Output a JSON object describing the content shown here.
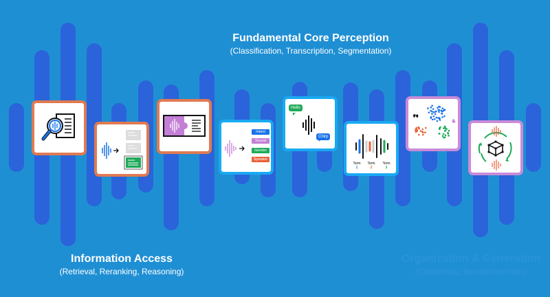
{
  "sections": {
    "perception": {
      "title": "Fundamental Core Perception",
      "subtitle": "(Classification, Transcription, Segmentation)"
    },
    "information": {
      "title": "Information Access",
      "subtitle": "(Retrieval, Reranking, Reasoning)"
    },
    "organization": {
      "title": "Organization & Generation",
      "subtitle": "(Clustering, Reconstruction)"
    }
  },
  "cards": {
    "classification": {
      "labels": [
        "Intent",
        "Sound",
        "Gender",
        "Speaker"
      ],
      "colors": [
        "#1a73e8",
        "#c47fd6",
        "#1faa59",
        "#e8623a"
      ]
    },
    "transcription": {
      "bubble_1": "Hello",
      "bubble_2": "Chirp"
    },
    "segmentation": {
      "terms": [
        "Term",
        "Term",
        "Term"
      ],
      "numbers": [
        "1",
        "2",
        "3"
      ],
      "colors": [
        "#1a73e8",
        "#e8623a",
        "#1faa59"
      ]
    }
  },
  "colors": {
    "background": "#1f8fd4",
    "bars": "#2b63da",
    "information_border": "#e07a52",
    "perception_border": "#19a9f2",
    "organization_border": "#c98bd8"
  }
}
